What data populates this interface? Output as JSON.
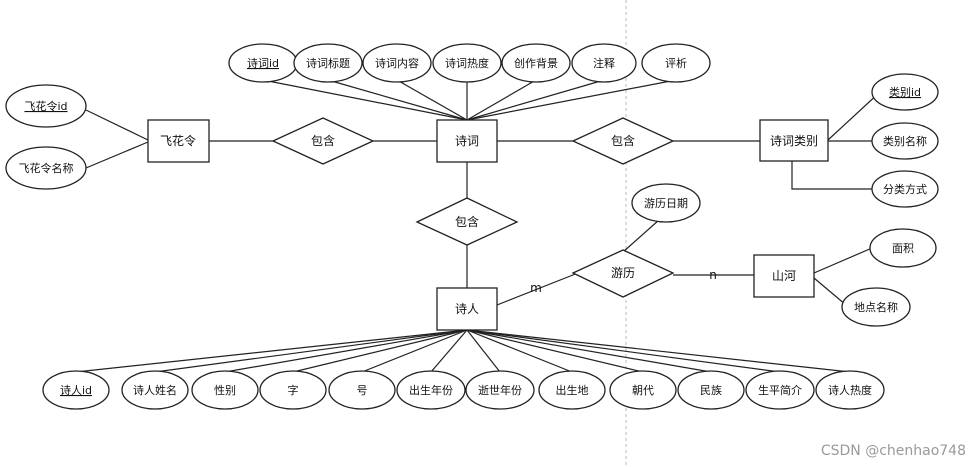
{
  "entities": {
    "feihualing": "飞花令",
    "poem": "诗词",
    "category": "诗词类别",
    "poet": "诗人",
    "river": "山河"
  },
  "relationships": {
    "contain_left": "包含",
    "contain_right": "包含",
    "contain_down": "包含",
    "travel": "游历"
  },
  "attributes": {
    "feihualing": [
      "飞花令id",
      "飞花令名称"
    ],
    "poem": [
      "诗词id",
      "诗词标题",
      "诗词内容",
      "诗词热度",
      "创作背景",
      "注释",
      "评析"
    ],
    "category": [
      "类别id",
      "类别名称",
      "分类方式"
    ],
    "travel": [
      "游历日期"
    ],
    "river": [
      "面积",
      "地点名称"
    ],
    "poet": [
      "诗人id",
      "诗人姓名",
      "性别",
      "字",
      "号",
      "出生年份",
      "逝世年份",
      "出生地",
      "朝代",
      "民族",
      "生平简介",
      "诗人热度"
    ]
  },
  "cardinality": {
    "poet_travel": "m",
    "travel_river": "n"
  },
  "watermark": "CSDN @chenhao748"
}
